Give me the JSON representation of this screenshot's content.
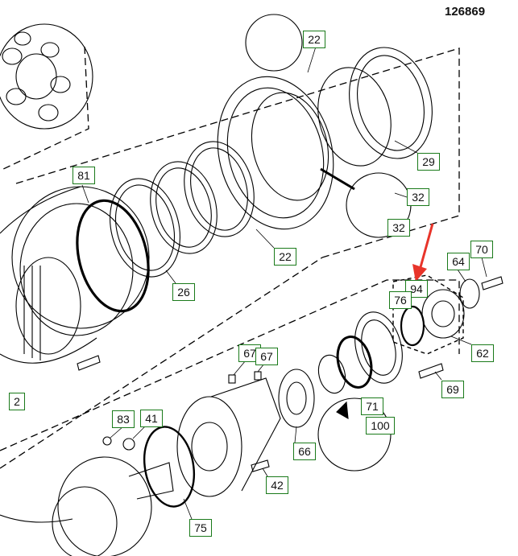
{
  "document_number": "126869",
  "callouts": [
    {
      "label": "22"
    },
    {
      "label": "29"
    },
    {
      "label": "32"
    },
    {
      "label": "32"
    },
    {
      "label": "81"
    },
    {
      "label": "22"
    },
    {
      "label": "26"
    },
    {
      "label": "70"
    },
    {
      "label": "64"
    },
    {
      "label": "94"
    },
    {
      "label": "76"
    },
    {
      "label": "62"
    },
    {
      "label": "67"
    },
    {
      "label": "67"
    },
    {
      "label": "69"
    },
    {
      "label": "71"
    },
    {
      "label": "100"
    },
    {
      "label": "83"
    },
    {
      "label": "41"
    },
    {
      "label": "66"
    },
    {
      "label": "42"
    },
    {
      "label": "75"
    },
    {
      "label": "2"
    }
  ],
  "colors": {
    "callout_border": "#1a7a1a",
    "highlight_arrow": "#e8342a",
    "line_art": "#000000"
  }
}
